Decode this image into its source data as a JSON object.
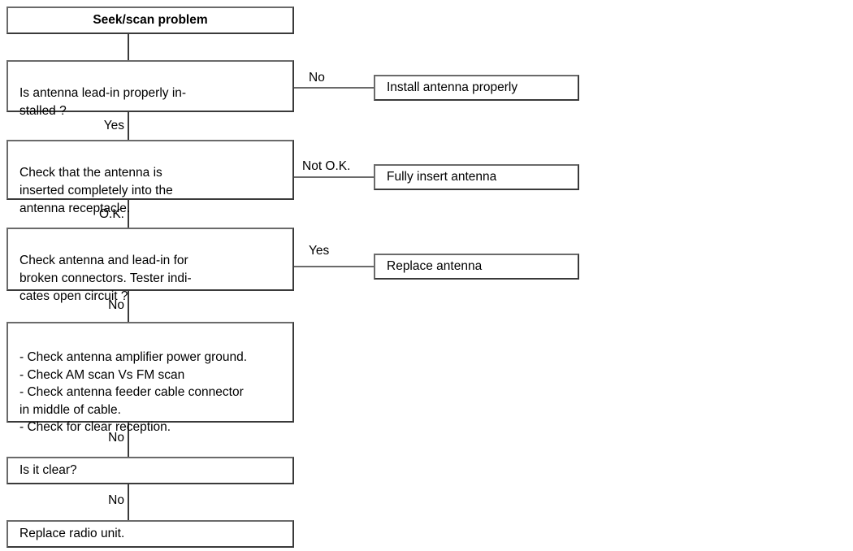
{
  "diagram": {
    "title": "Seek/scan problem",
    "type": "flowchart",
    "nodes": [
      {
        "id": "start",
        "label": "Seek/scan problem"
      },
      {
        "id": "q-leadin",
        "label": "Is antenna lead-in properly in-\nstalled ?"
      },
      {
        "id": "a-install",
        "label": "Install antenna properly"
      },
      {
        "id": "q-inserted",
        "label": "Check that the antenna is\ninserted completely into the\nantenna receptacle."
      },
      {
        "id": "a-fully",
        "label": "Fully insert antenna"
      },
      {
        "id": "q-broken",
        "label": "Check antenna and lead-in for\nbroken connectors. Tester indi-\ncates open circuit ?"
      },
      {
        "id": "a-replace-antenna",
        "label": "Replace antenna"
      },
      {
        "id": "checklist",
        "label": "- Check antenna amplifier power ground.\n- Check AM scan Vs FM scan\n- Check antenna feeder cable connector\n   in middle of cable.\n- Check for clear reception."
      },
      {
        "id": "q-clear",
        "label": "Is it clear?"
      },
      {
        "id": "a-replace-radio",
        "label": "Replace radio unit."
      }
    ],
    "edge_labels": {
      "leadin_no": "No",
      "leadin_yes": "Yes",
      "inserted_not_ok": "Not O.K.",
      "inserted_ok": "O.K.",
      "broken_yes": "Yes",
      "broken_no": "No",
      "checklist_no": "No",
      "clear_no": "No"
    },
    "colors": {
      "background": "#ffffff",
      "border": "#6a6a6a",
      "border_shadow": "#3a3a3a",
      "text": "#000000"
    }
  }
}
